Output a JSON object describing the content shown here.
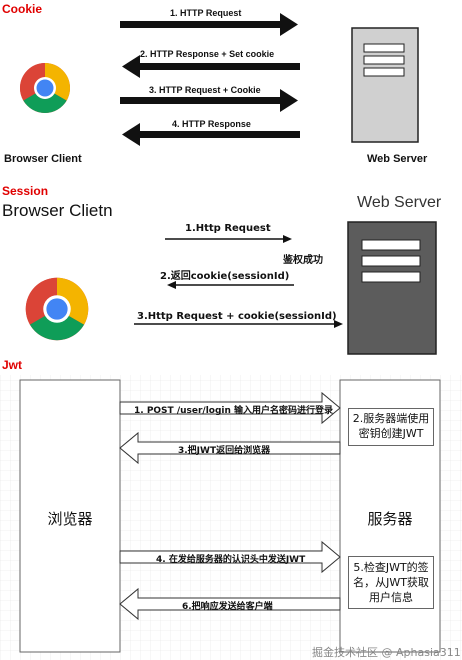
{
  "sections": {
    "cookie": "Cookie",
    "session": "Session",
    "jwt": "Jwt"
  },
  "cookie": {
    "client_label": "Browser Client",
    "server_label": "Web Server",
    "steps": [
      "1. HTTP Request",
      "2. HTTP Response + Set cookie",
      "3. HTTP Request + Cookie",
      "4. HTTP Response"
    ]
  },
  "session": {
    "client_label": "Browser Clietn",
    "server_label": "Web Server",
    "steps": [
      "1.Http Request",
      "2.返回cookie(sessionId)",
      "3.Http Request + cookie(sessionId)"
    ],
    "auth_note": "鉴权成功"
  },
  "jwt": {
    "browser_label": "浏览器",
    "server_label": "服务器",
    "steps": [
      "1. POST /user/login 输入用户名密码进行登录",
      "3.把JWT返回给浏览器",
      "4. 在发给服务器的认识头中发送JWT",
      "6.把响应发送给客户端"
    ],
    "note_create": "2.服务器端使用密钥创建JWT",
    "note_verify": "5.检查JWT的签名，从JWT获取用户信息"
  },
  "watermark": "掘金技术社区 @ Aphasia311",
  "colors": {
    "section_title": "#e00000",
    "chrome_red": "#db4437",
    "chrome_yellow": "#f4b400",
    "chrome_green": "#0f9d58",
    "chrome_blue": "#4285f4"
  }
}
